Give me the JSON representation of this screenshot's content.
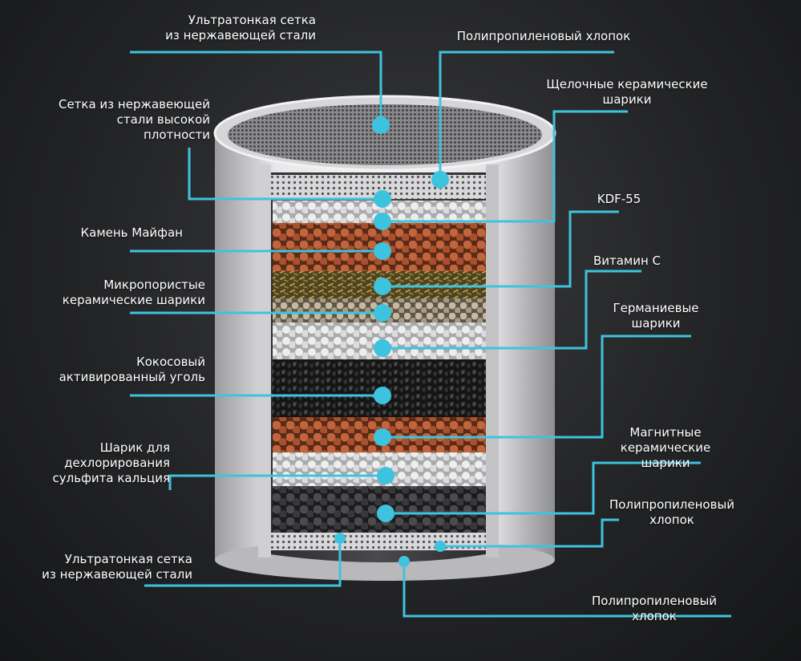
{
  "colors": {
    "leader": "#3ec3df",
    "background": "#252628",
    "text": "#ffffff"
  },
  "labels_left": [
    {
      "id": "ultra-mesh-top",
      "text": "Ультратонкая сетка\nиз нержавеющей стали"
    },
    {
      "id": "dense-mesh",
      "text": "Сетка из нержавеющей\nстали высокой\nплотности"
    },
    {
      "id": "maifan-stone",
      "text": "Камень Майфан"
    },
    {
      "id": "microporous-balls",
      "text": "Микропористые\nкерамические шарики"
    },
    {
      "id": "coconut-carbon",
      "text": "Кокосовый\nактивированный уголь"
    },
    {
      "id": "sulfite-ball",
      "text": "Шарик для\nдехлорирования\nсульфита кальция"
    },
    {
      "id": "ultra-mesh-bottom",
      "text": "Ультратонкая сетка\nиз нержавеющей стали"
    }
  ],
  "labels_right": [
    {
      "id": "pp-cotton-top",
      "text": "Полипропиленовый хлопок"
    },
    {
      "id": "alkaline-balls",
      "text": "Щелочные керамические\nшарики"
    },
    {
      "id": "kdf55",
      "text": "KDF-55"
    },
    {
      "id": "vitamin-c",
      "text": "Витамин С"
    },
    {
      "id": "germanium-balls",
      "text": "Германиевые\nшарики"
    },
    {
      "id": "magnetic-balls",
      "text": "Магнитные\nкерамические\nшарики"
    },
    {
      "id": "pp-cotton-mid",
      "text": "Полипропиленовый\nхлопок"
    },
    {
      "id": "pp-cotton-bottom",
      "text": "Полипропиленовый\nхлопок"
    }
  ]
}
